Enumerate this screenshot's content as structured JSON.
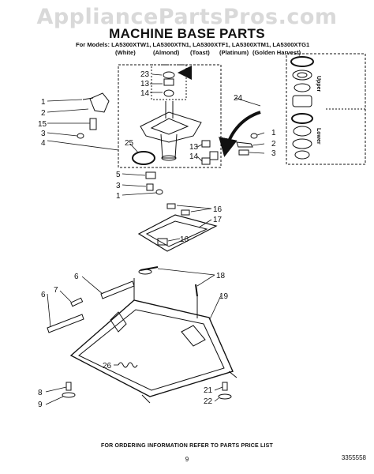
{
  "watermark": "AppliancePartsPros.com",
  "title": "MACHINE BASE PARTS",
  "models": "For Models: LA5300XTW1, LA5300XTN1, LA5300XTF1, LA5300XTM1, LA5300XTG1",
  "colors": [
    "(White)",
    "(Almond)",
    "(Toast)",
    "(Platinum)",
    "(Golden Harvest)"
  ],
  "side_labels": {
    "upper": "Upper",
    "lower": "Lower"
  },
  "callouts": [
    "23",
    "13",
    "14",
    "24",
    "1",
    "2",
    "15",
    "3",
    "4",
    "25",
    "13",
    "14",
    "1",
    "2",
    "3",
    "5",
    "3",
    "1",
    "16",
    "17",
    "16",
    "18",
    "6",
    "7",
    "6",
    "19",
    "26",
    "8",
    "9",
    "21",
    "22"
  ],
  "footer": "FOR ORDERING INFORMATION REFER TO PARTS PRICE LIST",
  "page_number": "9",
  "doc_number": "3355558"
}
